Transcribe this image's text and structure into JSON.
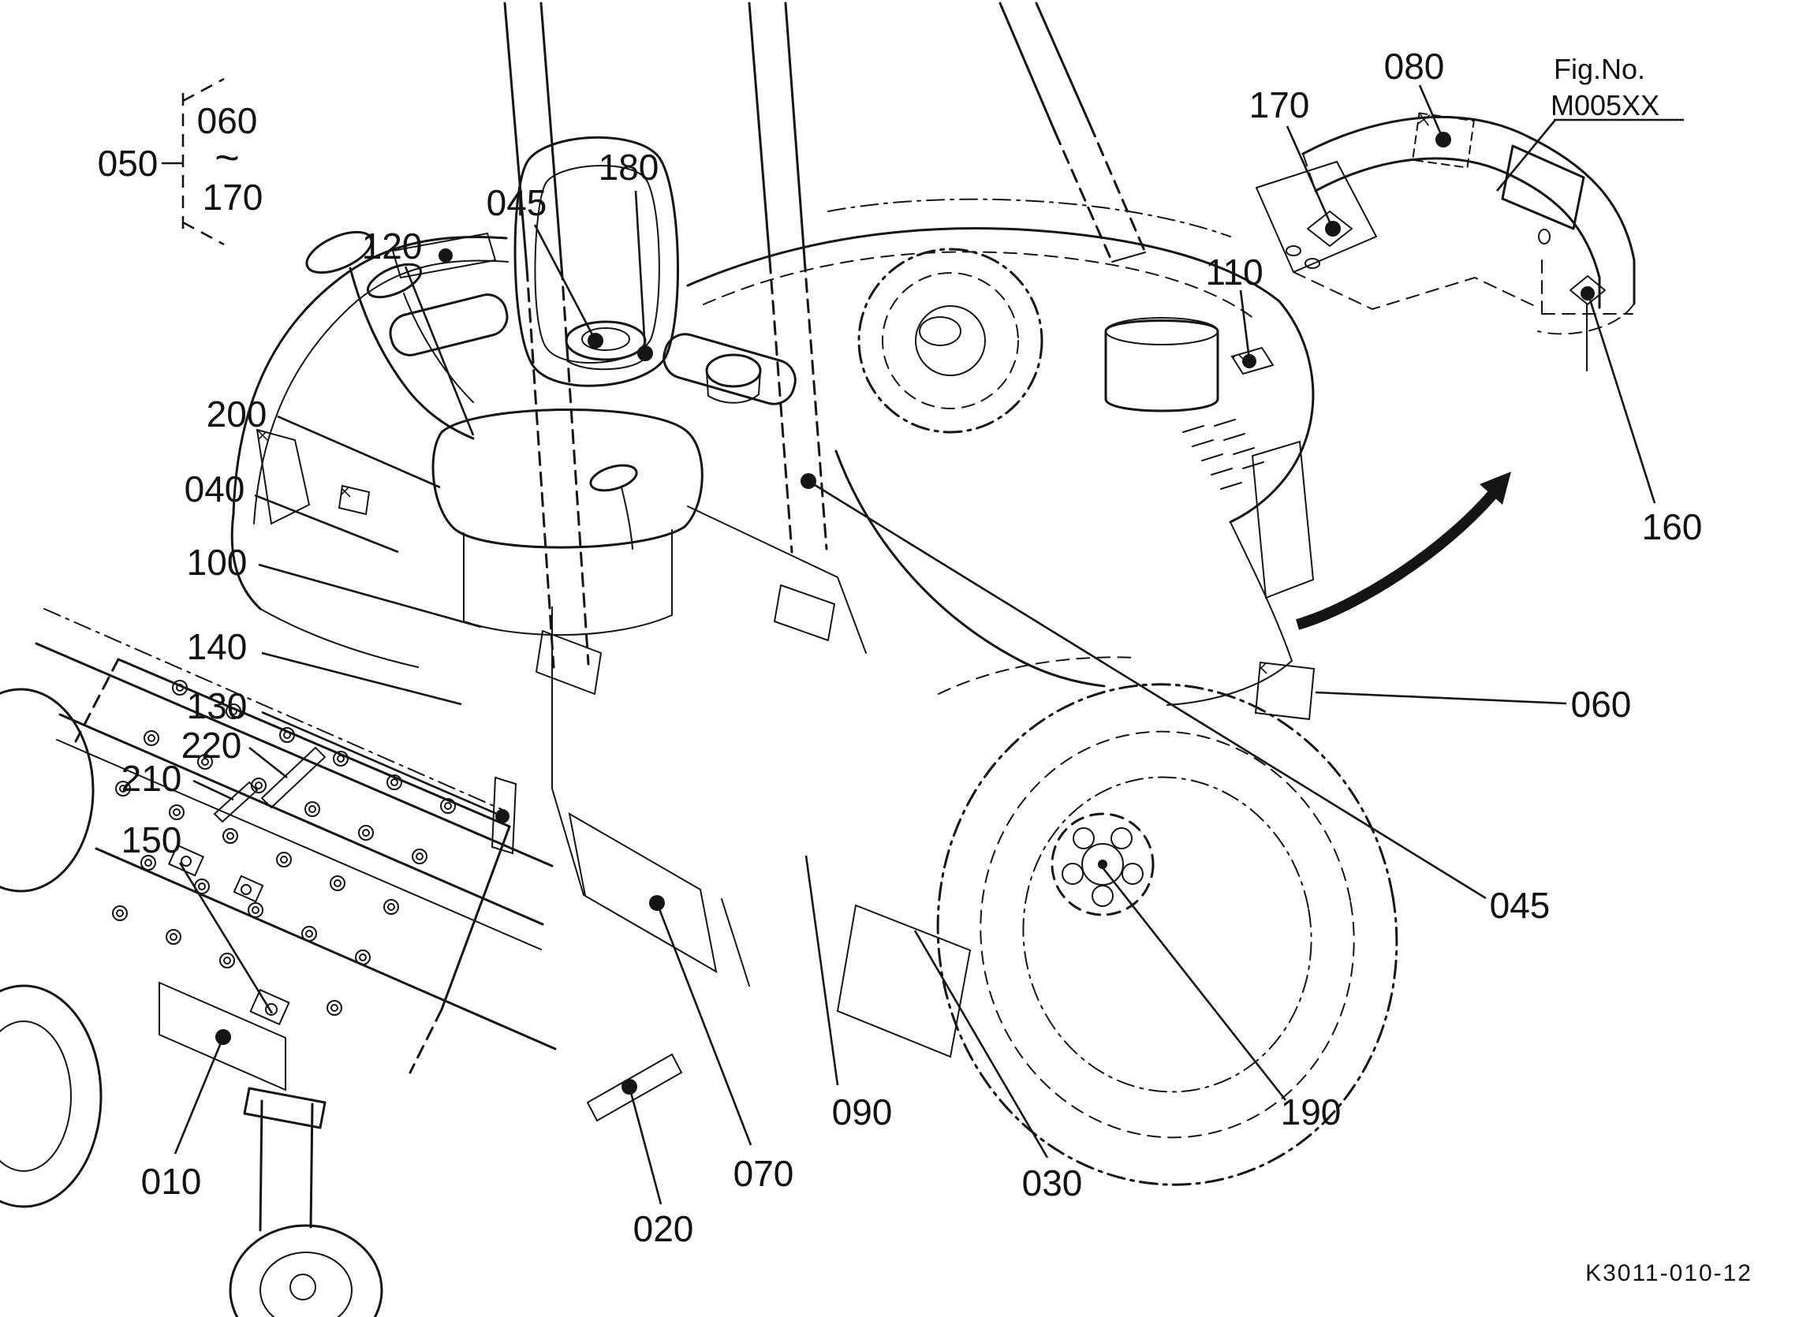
{
  "figure": {
    "fig_no_line1": "Fig.No.",
    "fig_no_line2": "M005XX",
    "drawing_code": "K3011-010-12"
  },
  "bracket_group": {
    "label": "050",
    "range_start": "060",
    "tilde": "~",
    "range_end": "170"
  },
  "callouts": {
    "c120": "120",
    "c045_top": "045",
    "c180": "180",
    "c200": "200",
    "c040": "040",
    "c100": "100",
    "c140": "140",
    "c130": "130",
    "c220": "220",
    "c210": "210",
    "c150": "150",
    "c010": "010",
    "c020": "020",
    "c070": "070",
    "c090": "090",
    "c030": "030",
    "c190": "190",
    "c110": "110",
    "c170_inset": "170",
    "c080": "080",
    "c160": "160",
    "c060_right": "060",
    "c045_right": "045"
  },
  "colors": {
    "ink": "#151515",
    "background": "#ffffff"
  }
}
